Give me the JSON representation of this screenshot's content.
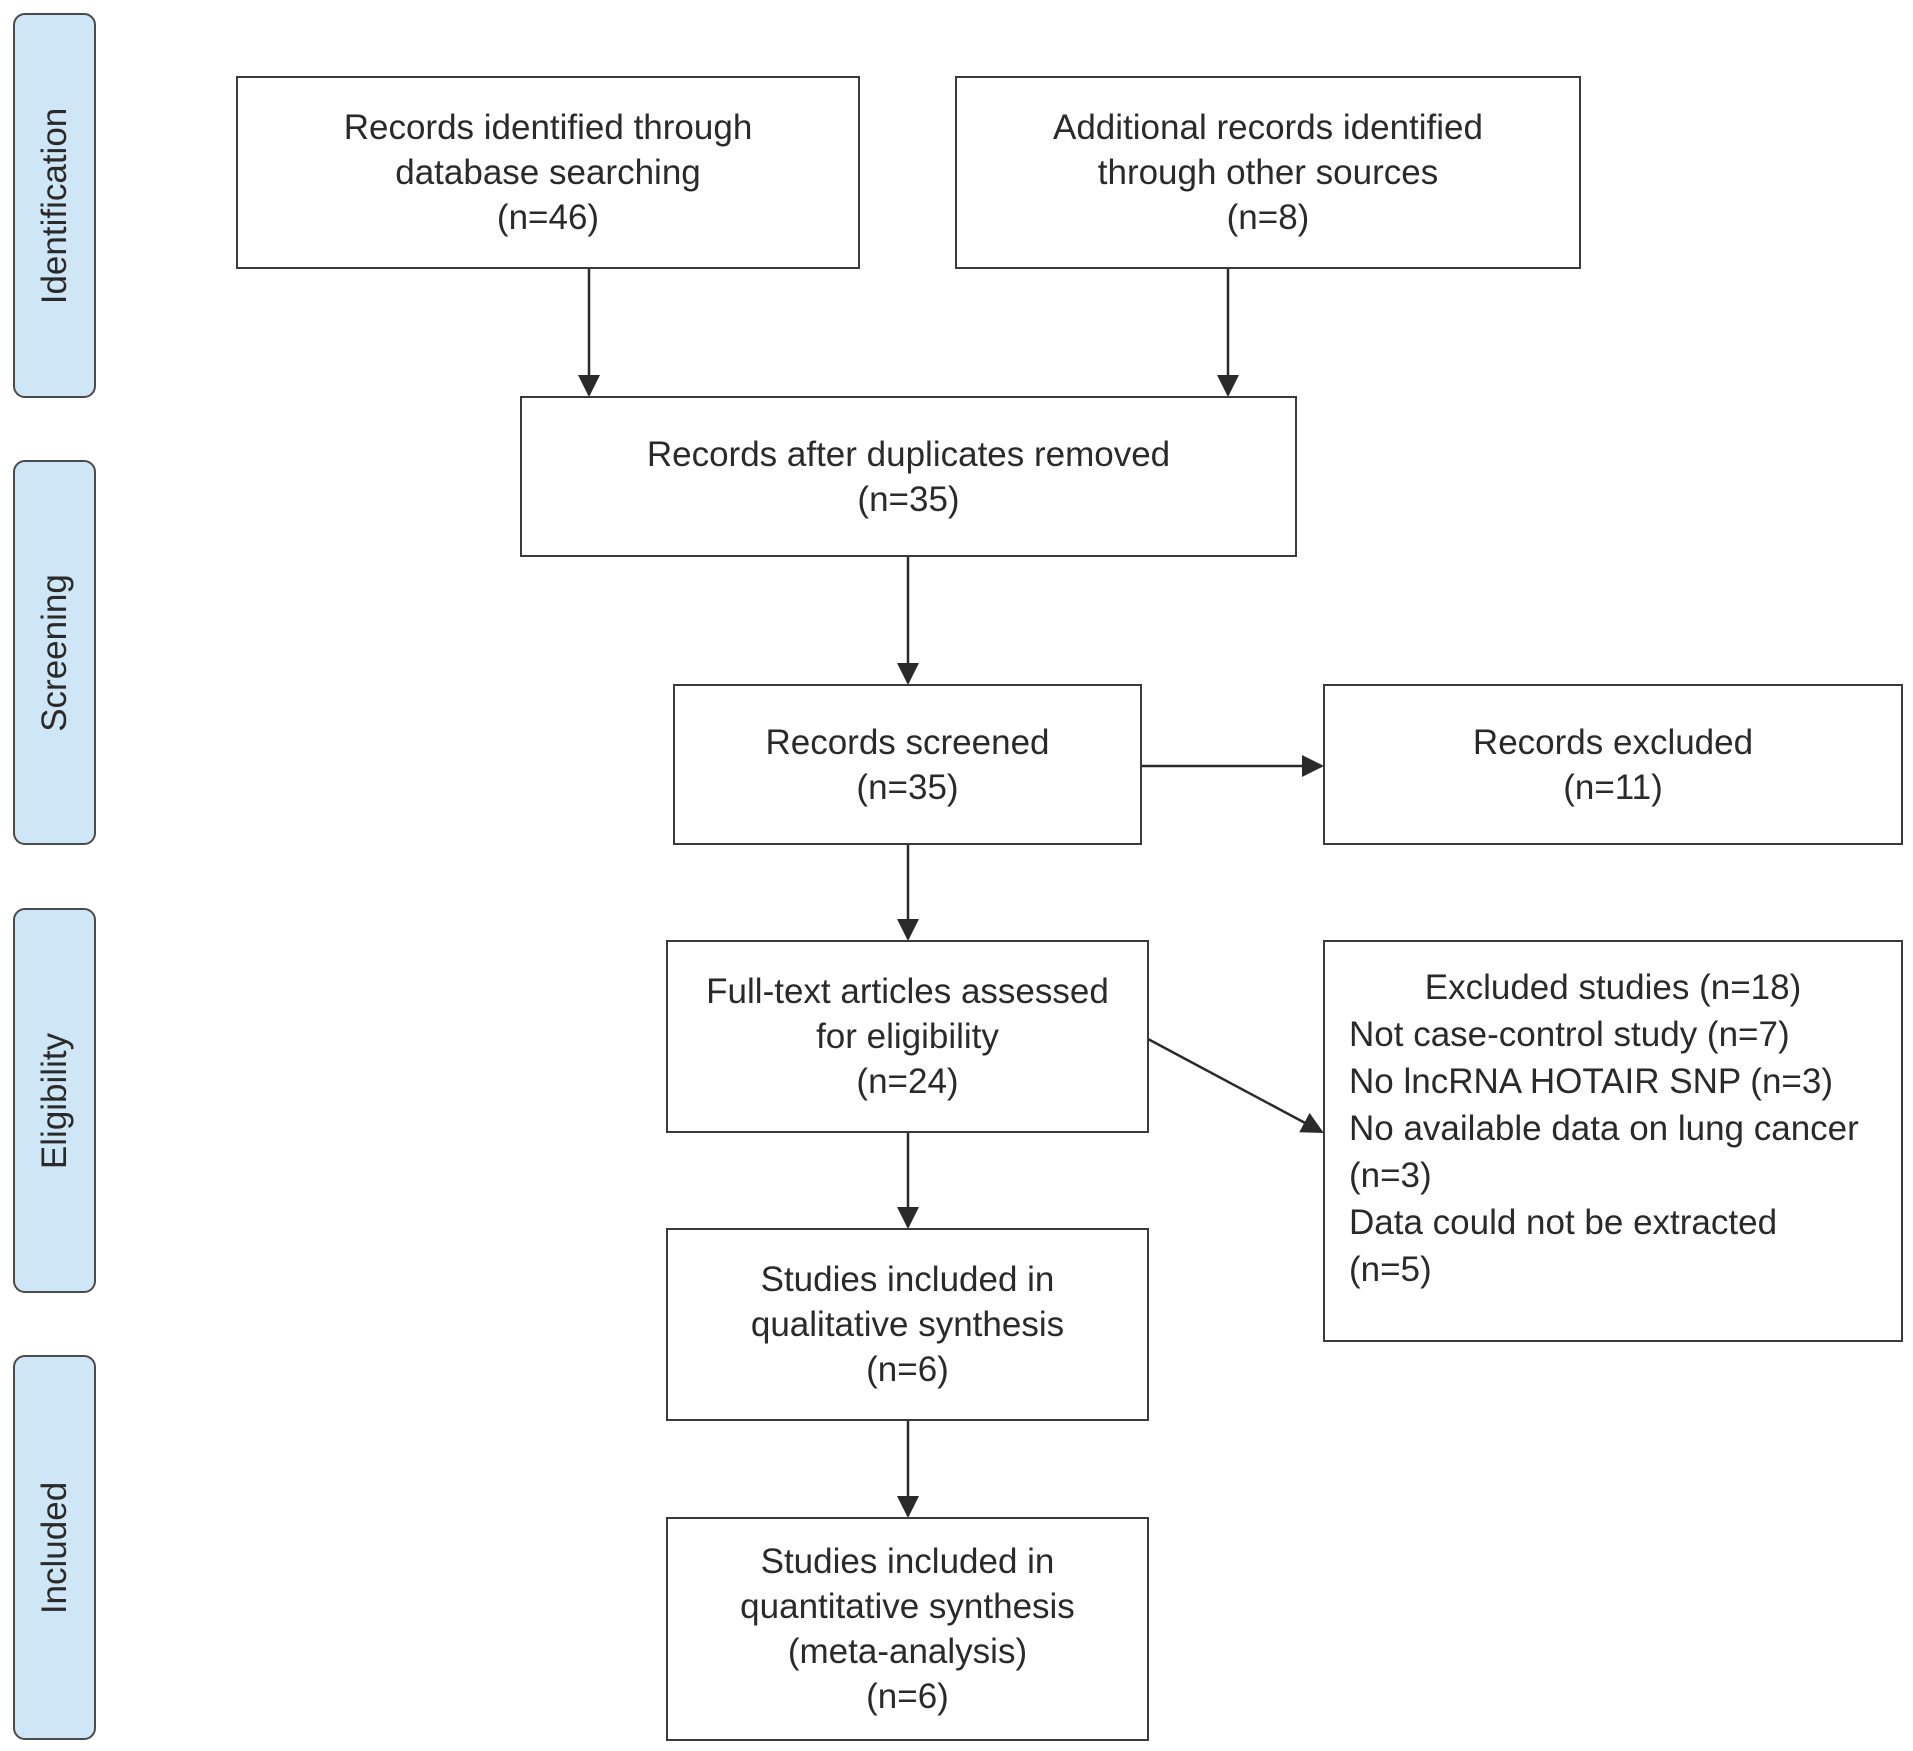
{
  "stages": [
    {
      "label": "Identification"
    },
    {
      "label": "Screening"
    },
    {
      "label": "Eligibility"
    },
    {
      "label": "Included"
    }
  ],
  "boxes": {
    "database": {
      "line1": "Records identified through",
      "line2": "database searching",
      "count": "(n=46)"
    },
    "other_sources": {
      "line1": "Additional records identified",
      "line2": "through other sources",
      "count": "(n=8)"
    },
    "after_duplicates": {
      "line1": "Records after duplicates removed",
      "count": "(n=35)"
    },
    "screened": {
      "line1": "Records screened",
      "count": "(n=35)"
    },
    "excluded_records": {
      "line1": "Records excluded",
      "count": "(n=11)"
    },
    "fulltext": {
      "line1": "Full-text articles assessed",
      "line2": "for eligibility",
      "count": "(n=24)"
    },
    "excluded_studies": {
      "title": "Excluded studies (n=18)",
      "items": [
        "Not case-control study (n=7)",
        "No lncRNA HOTAIR SNP (n=3)",
        "No available data on lung cancer",
        "(n=3)",
        "Data could not be extracted",
        "(n=5)"
      ]
    },
    "qualitative": {
      "line1": "Studies included in",
      "line2": "qualitative synthesis",
      "count": "(n=6)"
    },
    "quantitative": {
      "line1": "Studies included in",
      "line2": "quantitative synthesis",
      "line3": "(meta-analysis)",
      "count": "(n=6)"
    }
  },
  "colors": {
    "stage_fill": "#cfe6f7",
    "border": "#3a3a3a",
    "text": "#2a2a2a"
  }
}
